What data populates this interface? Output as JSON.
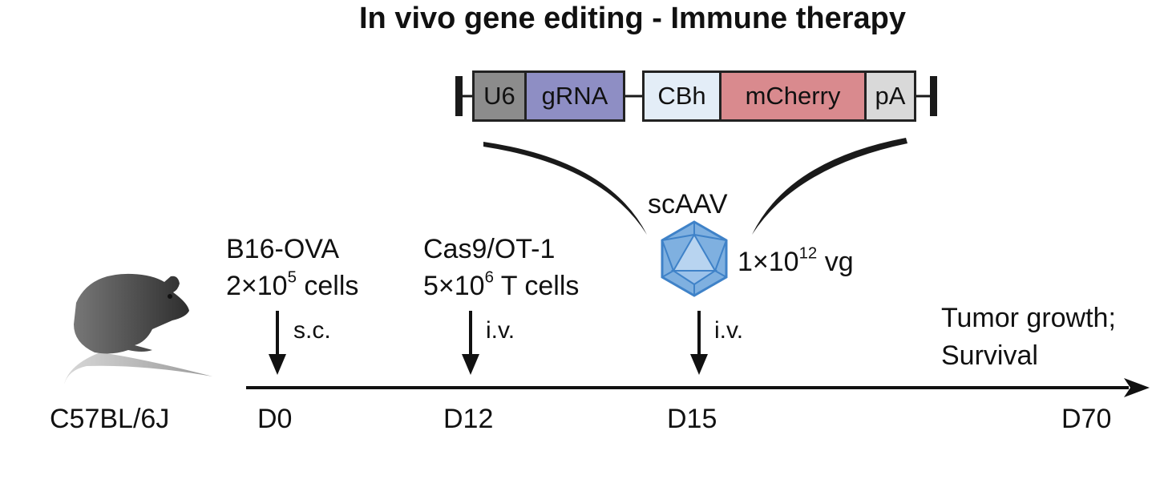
{
  "title": "In vivo gene editing - Immune therapy",
  "construct": {
    "segments": [
      {
        "label": "U6",
        "color": "#8c8c8c"
      },
      {
        "label": "gRNA",
        "color": "#8e8ec4"
      },
      {
        "label": "CBh",
        "color": "#e3edf7"
      },
      {
        "label": "mCherry",
        "color": "#d98a8e"
      },
      {
        "label": "pA",
        "color": "#d9d9d9"
      }
    ]
  },
  "vector": {
    "name": "scAAV",
    "dose_pre": "1×10",
    "dose_exp": "12",
    "dose_unit": " vg",
    "capsid_color": "#7fb0e0"
  },
  "mouse": {
    "strain": "C57BL/6J",
    "color": "#4a4a4a"
  },
  "events": {
    "b16": {
      "line1": "B16-OVA",
      "line2_pre": "2×10",
      "line2_exp": "5",
      "line2_post": " cells",
      "route": "s.c.",
      "day": "D0"
    },
    "cas9": {
      "line1": "Cas9/OT-1",
      "line2_pre": "5×10",
      "line2_exp": "6",
      "line2_post": " T cells",
      "route": "i.v.",
      "day": "D12"
    },
    "aav": {
      "route": "i.v.",
      "day": "D15"
    },
    "end": {
      "line1": "Tumor growth;",
      "line2": "Survival",
      "day": "D70"
    }
  }
}
